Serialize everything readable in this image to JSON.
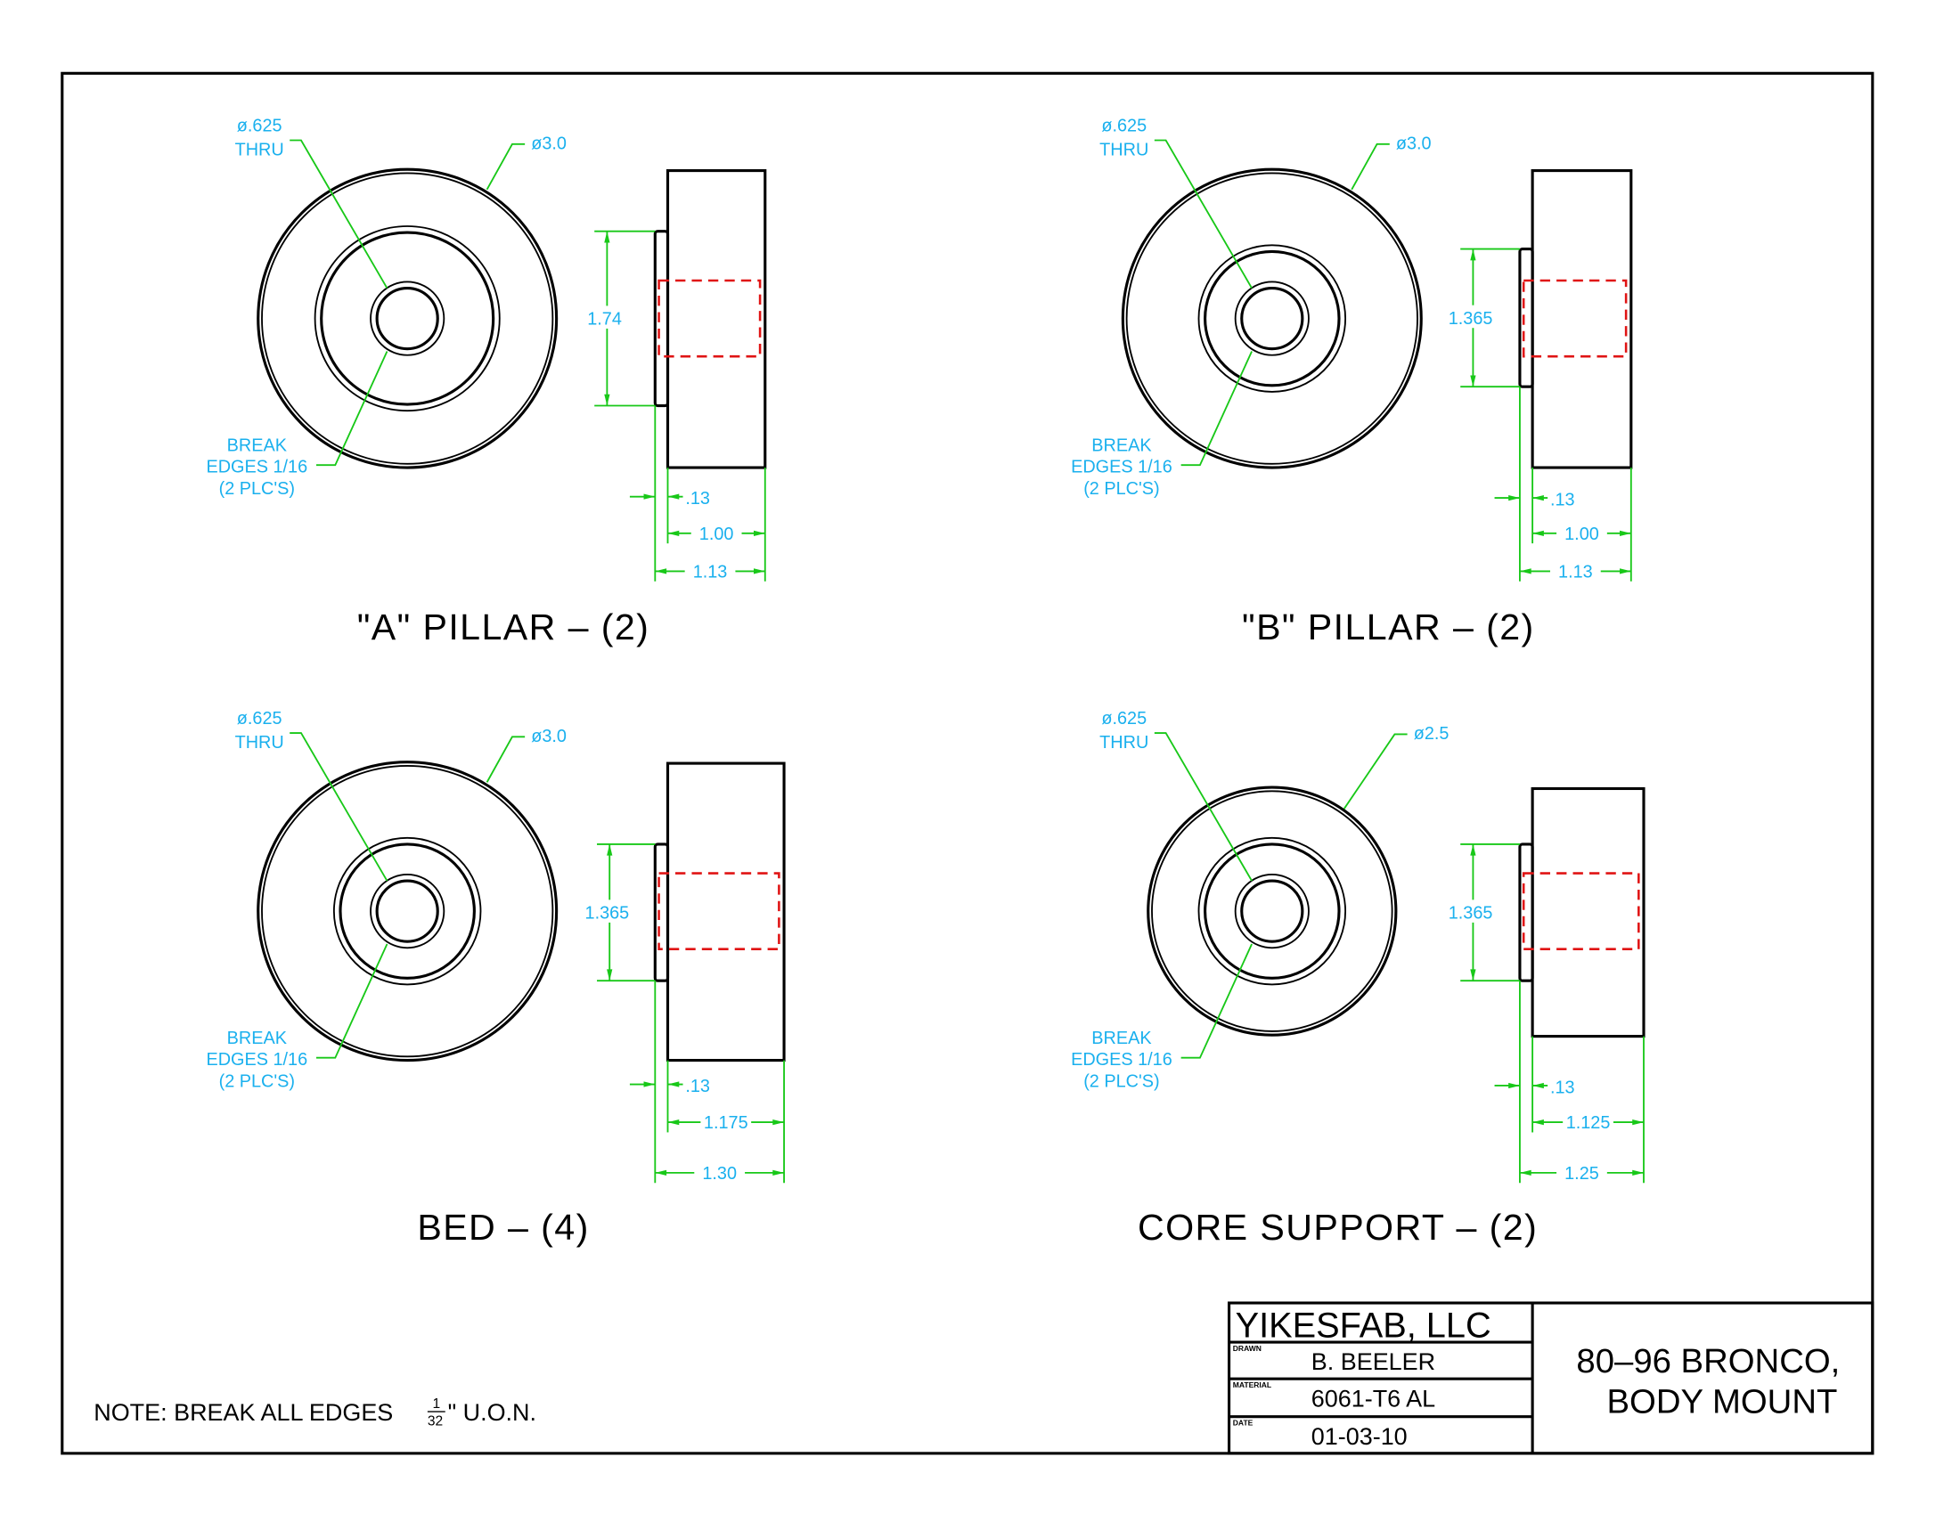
{
  "parts": [
    {
      "title": "\"A\" PILLAR – (2)",
      "hole_label": [
        "ø.625",
        "THRU"
      ],
      "od_label": "ø3.0",
      "break_label": [
        "BREAK",
        "EDGES 1/16",
        "(2 PLC'S)"
      ],
      "boss_dia": "1.74",
      "boss_len": ".13",
      "body_len": "1.00",
      "overall_len": "1.13"
    },
    {
      "title": "\"B\" PILLAR – (2)",
      "hole_label": [
        "ø.625",
        "THRU"
      ],
      "od_label": "ø3.0",
      "break_label": [
        "BREAK",
        "EDGES 1/16",
        "(2 PLC'S)"
      ],
      "boss_dia": "1.365",
      "boss_len": ".13",
      "body_len": "1.00",
      "overall_len": "1.13"
    },
    {
      "title": "BED – (4)",
      "hole_label": [
        "ø.625",
        "THRU"
      ],
      "od_label": "ø3.0",
      "break_label": [
        "BREAK",
        "EDGES 1/16",
        "(2 PLC'S)"
      ],
      "boss_dia": "1.365",
      "boss_len": ".13",
      "body_len": "1.175",
      "overall_len": "1.30"
    },
    {
      "title": "CORE SUPPORT – (2)",
      "hole_label": [
        "ø.625",
        "THRU"
      ],
      "od_label": "ø2.5",
      "break_label": [
        "BREAK",
        "EDGES 1/16",
        "(2 PLC'S)"
      ],
      "boss_dia": "1.365",
      "boss_len": ".13",
      "body_len": "1.125",
      "overall_len": "1.25"
    }
  ],
  "note": {
    "prefix": "NOTE: BREAK ALL EDGES",
    "fraction_num": "1",
    "fraction_den": "32",
    "suffix": "\" U.O.N."
  },
  "title_block": {
    "company": "YIKESFAB, LLC",
    "drawn_label": "DRAWN",
    "drawn": "B. BEELER",
    "material_label": "MATERIAL",
    "material": "6061-T6 AL",
    "date_label": "DATE",
    "date": "01-03-10",
    "title_line1": "80–96 BRONCO,",
    "title_line2": "BODY MOUNT"
  }
}
